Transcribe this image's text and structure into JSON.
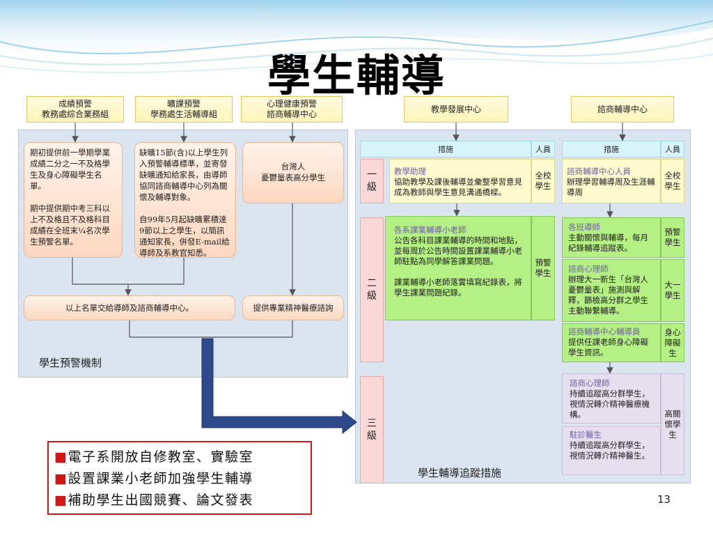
{
  "slide": {
    "title": "學生輔導",
    "page_number": "13"
  },
  "warning_headers": [
    {
      "title": "成績預警",
      "unit": "教務處綜合業務組"
    },
    {
      "title": "曠課預警",
      "unit": "學務處生活輔導組"
    },
    {
      "title": "心理健康預警",
      "unit": "諮商輔導中心"
    }
  ],
  "right_headers": {
    "teaching": "教學發展中心",
    "counseling": "諮商輔導中心"
  },
  "left_panel": {
    "grades_text": "期初提供前一學期學業成績二分之一不及格學生及身心障礙學生名單。\n\n期中提供期中考三科以上不及格且不及格科目成績在全班末¼名次學生預警名單。",
    "absence_text": "缺曠15節(含)以上學生列入預警輔導標準，並寄發缺曠通知給家長，由導師協同諮商輔導中心列為關懷及輔導對象。\n\n自99年5月起缺曠累積達9節以上之學生，以簡訊通知家長，併發E-mail給導師及系教官知悉。",
    "mental_text": "台灣人\n憂鬱量表高分學生",
    "list_to_mentor": "以上名單交給導師及諮商輔導中心。",
    "medical": "提供專業精神醫療諮詢",
    "panel_label": "學生預警機制"
  },
  "right_panel": {
    "table_header": {
      "measure": "措施",
      "person": "人員"
    },
    "levels": [
      "一\n級",
      "二\n級",
      "三\n級"
    ],
    "level1": {
      "teaching": {
        "title": "教學助理",
        "text": "協助教學及課後輔導並彙整學習意見成為教師與學生意見溝通橋樑。",
        "person": "全校\n學生"
      },
      "counseling": {
        "title": "諮商輔導中心人員",
        "text": "辦理學習輔導周及生涯輔導周",
        "person": "全校\n學生"
      }
    },
    "level2": {
      "teaching": {
        "title": "各系課業輔導小老師",
        "text": "公告各科目課業輔導的時間和地點，並每周於公告時間設置課業輔導小老師駐點為同學解答課業問題。\n\n課業輔導小老師落實填寫紀錄表，將學生課業問題紀錄。",
        "person": "預警\n學生"
      },
      "counseling": [
        {
          "title": "各班導師",
          "text": "主動關懷與輔導，每月紀錄輔導追蹤表。",
          "person": "預警\n學生"
        },
        {
          "title": "諮商心理師",
          "text": "辦理大一新生「台灣人憂鬱量表」施測與解釋，篩檢高分群之學生主動聯繫輔導。",
          "person": "大一\n學生"
        },
        {
          "title": "諮商輔導中心輔導員",
          "text": "提供任課老師身心障礙學生資訊。",
          "person": "身心\n障礙\n生"
        }
      ]
    },
    "level3": {
      "counseling": [
        {
          "title": "諮商心理師",
          "text": "持續追蹤高分群學生，視情況轉介精神醫療機構。"
        },
        {
          "title": "駐診醫生",
          "text": "持續追蹤高分群學生，視情況轉介精神醫生。"
        }
      ],
      "person": "高關\n懷學\n生"
    },
    "panel_label": "學生輔導追蹤措施"
  },
  "notes": [
    "■電子系開放自修教室、實驗室",
    "■設置課業小老師加強學生輔導",
    "■補助學生出國競賽、論文發表"
  ],
  "colors": {
    "arrow": "#2e4a8a",
    "note_border": "#d01818",
    "note_square": "#d01818"
  }
}
